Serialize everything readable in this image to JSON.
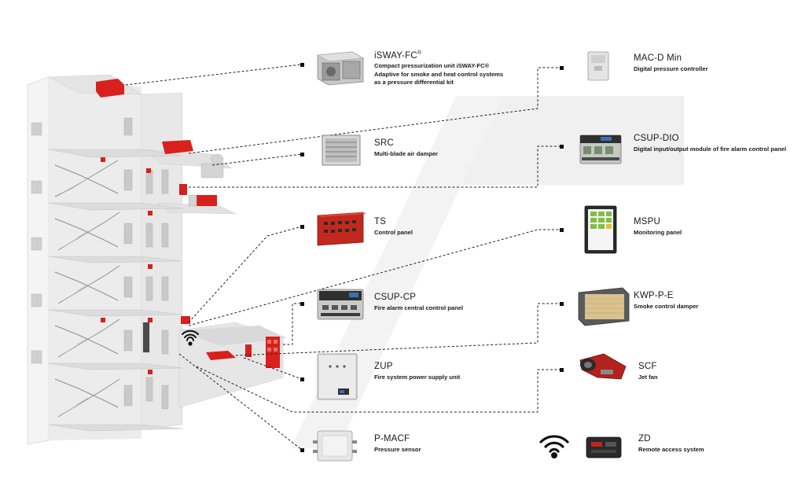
{
  "products": [
    {
      "id": "isway",
      "name": "iSWAY-FC",
      "sup": "®",
      "desc": "Compact pressurization unit iSWAY-FC® Adaptive for smoke and heat control systems as a pressure differential kit"
    },
    {
      "id": "src",
      "name": "SRC",
      "desc": "Multi-blade air damper"
    },
    {
      "id": "ts",
      "name": "TS",
      "desc": "Control panel"
    },
    {
      "id": "csupcp",
      "name": "CSUP-CP",
      "desc": "Fire alarm central control panel"
    },
    {
      "id": "zup",
      "name": "ZUP",
      "desc": "Fire system power supply unit"
    },
    {
      "id": "pmacf",
      "name": "P-MACF",
      "desc": "Pressure sensor"
    },
    {
      "id": "macd",
      "name": "MAC-D Min",
      "desc": "Digital pressure controller"
    },
    {
      "id": "csupdio",
      "name": "CSUP-DIO",
      "desc": "Digital input/output module of fire alarm control panel"
    },
    {
      "id": "mspu",
      "name": "MSPU",
      "desc": "Monitoring panel"
    },
    {
      "id": "kwp",
      "name": "KWP-P-E",
      "desc": "Smoke control damper"
    },
    {
      "id": "scf",
      "name": "SCF",
      "desc": "Jet fan"
    },
    {
      "id": "zd",
      "name": "ZD",
      "desc": "Remote access system"
    }
  ],
  "icons": {
    "wifi_building": "wifi-icon",
    "wifi_remote": "wifi-icon"
  },
  "colors": {
    "accent_red": "#d8201c",
    "line": "#222222",
    "building_light": "#f2f2f2",
    "building_mid": "#d9d9d9",
    "building_dark": "#b8b8b8",
    "band": "#f0f0f0"
  }
}
